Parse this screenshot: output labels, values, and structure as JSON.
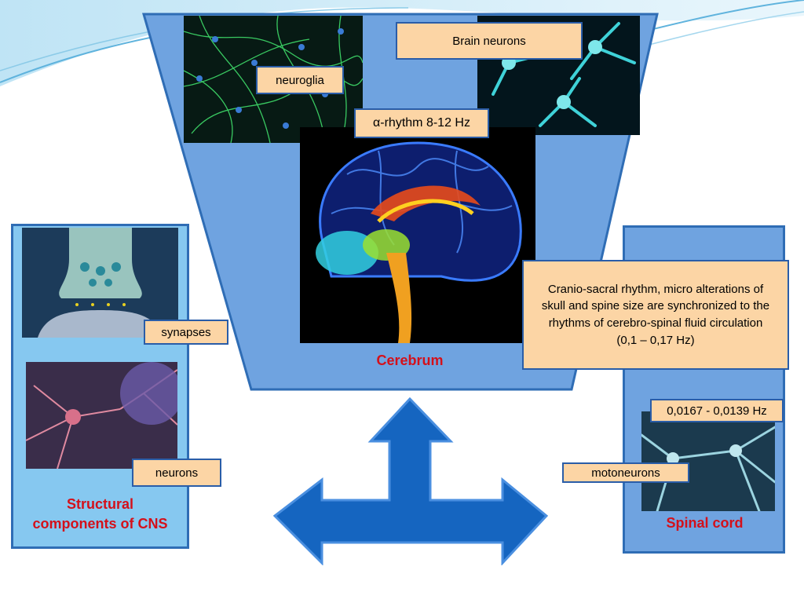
{
  "center": {
    "title": "Cerebrum",
    "labels": {
      "brain_neurons": "Brain neurons",
      "neuroglia": "neuroglia",
      "alpha_rhythm": "α-rhythm 8-12 Hz"
    }
  },
  "left": {
    "title_line1": "Structural",
    "title_line2": "components of CNS",
    "labels": {
      "synapses": "synapses",
      "neurons": "neurons"
    }
  },
  "right": {
    "title": "Spinal cord",
    "craniosacral": {
      "line1": "Cranio-sacral rhythm, micro alterations of",
      "line2": "skull and spine size are synchronized to the",
      "line3": "rhythms of cerebro-spinal fluid circulation",
      "line4": "(0,1 – 0,17 Hz)"
    },
    "labels": {
      "frequency": "0,0167 - 0,0139 Hz",
      "motoneurons": "motoneurons"
    }
  },
  "colors": {
    "panel_fill": "#6fa3e0",
    "panel_light": "#86c8f0",
    "border": "#2f6db5",
    "label_fill": "#fcd5a5",
    "title_red": "#d4101a",
    "arrow": "#1565c0"
  },
  "icons": [
    "decorative-wave",
    "three-way-arrow"
  ]
}
